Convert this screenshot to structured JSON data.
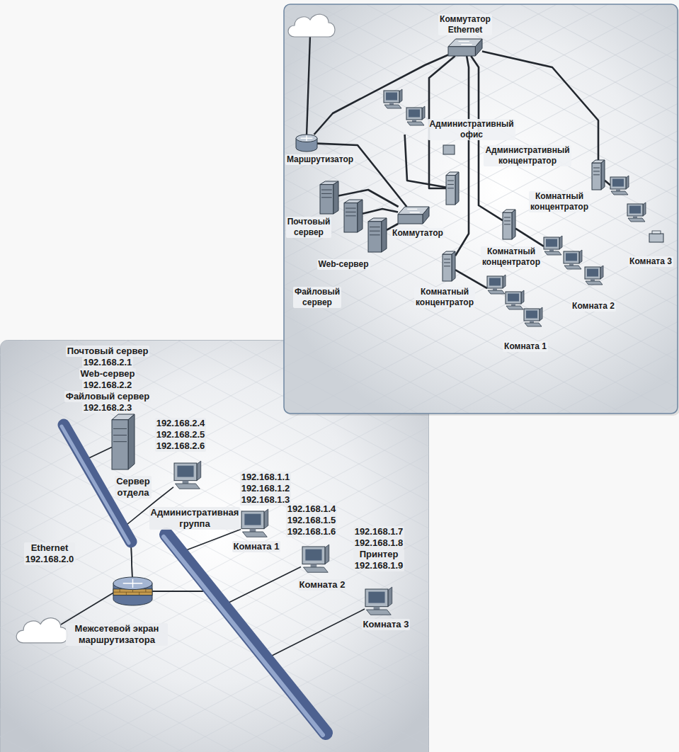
{
  "diagram": {
    "nodes": [
      {
        "text": [
          "Коммутатор Ethernet"
        ]
      },
      {
        "text": [
          "Административный офис"
        ]
      },
      {
        "text": [
          "Маршрутизатор"
        ]
      },
      {
        "text": [
          "Административный концентратор"
        ]
      },
      {
        "text": [
          "Почтовый сервер"
        ]
      },
      {
        "text": [
          "Web-сервер"
        ]
      },
      {
        "text": [
          "Файловый сервер"
        ]
      },
      {
        "text": [
          "Коммутатор"
        ]
      },
      {
        "text": [
          "Комнатный концентратор"
        ]
      },
      {
        "text": [
          "Комнатный концентратор"
        ]
      },
      {
        "text": [
          "Комнатный концентратор"
        ]
      },
      {
        "text": [
          "Комната 3"
        ]
      },
      {
        "text": [
          "Комната 2"
        ]
      },
      {
        "text": [
          "Комната 1"
        ]
      },
      {
        "text": [
          "Почтовый сервер",
          "192.168.2.1",
          "Web-сервер",
          "192.168.2.2",
          "Файловый сервер",
          "192.168.2.3",
          "Сервер отдела"
        ]
      },
      {
        "text": [
          "192.168.2.4 192.168.2.5 192.168.2.6",
          "Административная группа"
        ]
      },
      {
        "text": [
          "192.168.1.1 192.168.1.2 192.168.1.3",
          "Комната 1"
        ]
      },
      {
        "text": [
          "192.168.1.4 192.168.1.5 192.168.1.6",
          "Комната 2"
        ]
      },
      {
        "text": [
          "192.168.1.7 192.168.1.8",
          "Принтер 192.168.1.9",
          "Комната 3"
        ]
      },
      {
        "text": [
          "Межсетевой экран маршрутизатора"
        ]
      }
    ],
    "edges": [
      {
        "from": 2,
        "to": 0,
        "arrow": "none"
      },
      {
        "from": 0,
        "to": 3,
        "arrow": "none"
      },
      {
        "from": 0,
        "to": 8,
        "arrow": "none"
      },
      {
        "from": 0,
        "to": 9,
        "arrow": "none"
      },
      {
        "from": 0,
        "to": 10,
        "arrow": "none"
      },
      {
        "from": 2,
        "to": 7,
        "arrow": "none"
      },
      {
        "from": 7,
        "to": 4,
        "arrow": "none"
      },
      {
        "from": 7,
        "to": 5,
        "arrow": "none"
      },
      {
        "from": 7,
        "to": 6,
        "arrow": "none"
      },
      {
        "from": 1,
        "to": 3,
        "arrow": "none"
      },
      {
        "from": 8,
        "to": 11,
        "arrow": "none"
      },
      {
        "from": 9,
        "to": 12,
        "arrow": "none"
      },
      {
        "from": 10,
        "to": 13,
        "arrow": "none"
      },
      {
        "from": 14,
        "to": 19,
        "arrow": "none"
      },
      {
        "from": 15,
        "to": 19,
        "arrow": "none"
      },
      {
        "from": 19,
        "to": 16,
        "arrow": "none"
      },
      {
        "from": 19,
        "to": 17,
        "arrow": "none"
      },
      {
        "from": 19,
        "to": 18,
        "arrow": "none"
      }
    ],
    "labels": [
      "Ethernet 192.168.2.0"
    ]
  }
}
